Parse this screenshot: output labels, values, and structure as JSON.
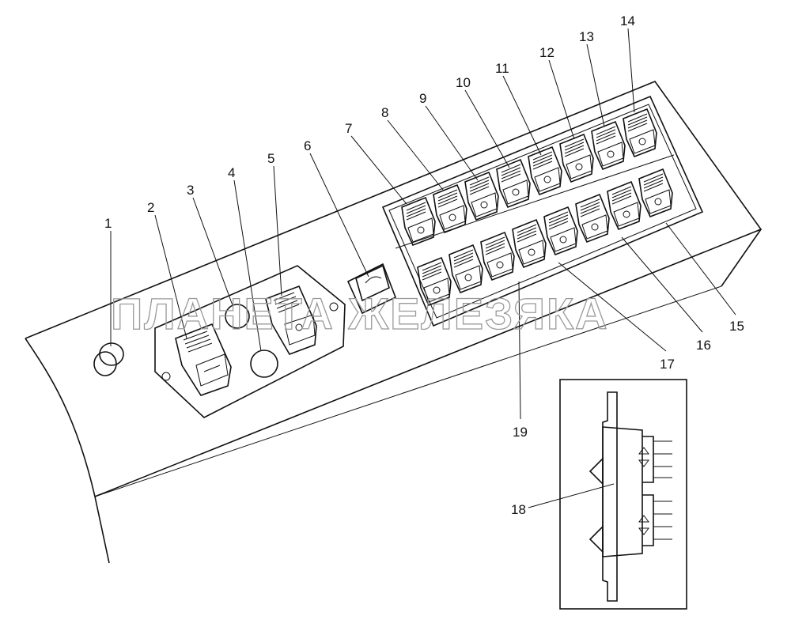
{
  "watermark": "ПЛАНЕТА ЖЕЛЕЗЯКА",
  "callouts": [
    "1",
    "2",
    "3",
    "4",
    "5",
    "6",
    "7",
    "8",
    "9",
    "10",
    "11",
    "12",
    "13",
    "14",
    "15",
    "16",
    "17",
    "18",
    "19"
  ]
}
